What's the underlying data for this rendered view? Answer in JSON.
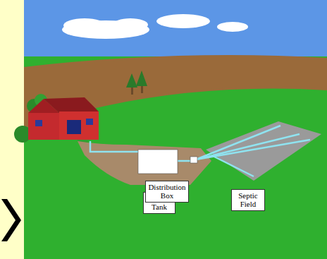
{
  "diagram": {
    "nodes": [
      {
        "text": [
          "Septic Tank"
        ]
      },
      {
        "text": [
          "Distribution Box"
        ]
      },
      {
        "text": [
          "Septic Field"
        ]
      }
    ]
  }
}
